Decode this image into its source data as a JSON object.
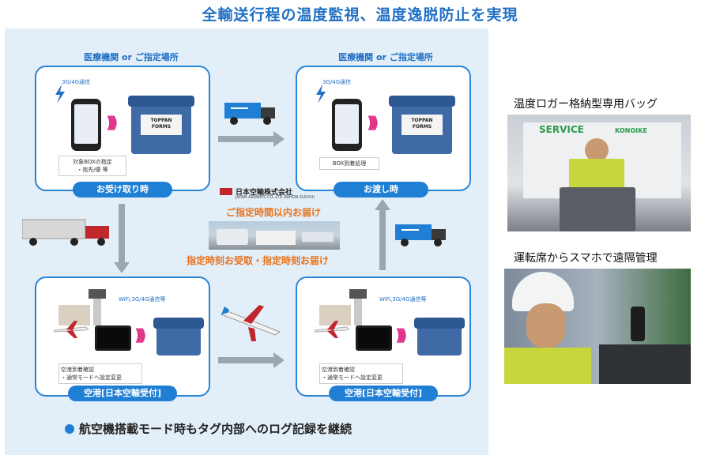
{
  "title": "全輸送行程の温度監視、温度逸脱防止を実現",
  "boxes": {
    "top_left": {
      "caption": "医療機関 or ご指定場所",
      "network": "3G/4G通信",
      "note_line1": "対象BOXの指定",
      "note_line2": "・宛先/便 等",
      "tag": "お受け取り時"
    },
    "top_right": {
      "caption": "医療機関 or ご指定場所",
      "network": "3G/4G通信",
      "note_line1": "BOX到着処理",
      "tag": "お渡し時"
    },
    "bottom_left": {
      "network": "WiFi,3G/4G通信等",
      "note_line1": "空港到着確認",
      "note_line2": "・通常モードへ設定変更",
      "tag": "空港[日本空輸受付]"
    },
    "bottom_right": {
      "network": "WiFi,3G/4G通信等",
      "note_line1": "空港到着確認",
      "note_line2": "・通常モードへ設定変更",
      "tag": "空港[日本空輸受付]"
    }
  },
  "cooler_label": {
    "line1": "TOPPAN",
    "line2": "FORMS"
  },
  "company": {
    "name": "日本空輸株式会社",
    "name_en": "JAPAN AIRWAYS CO.,LTD (NIHON KUUYU)"
  },
  "center": {
    "line1": "ご指定時間以内お届け",
    "line2": "指定時刻お受取・指定時刻お届け"
  },
  "right": {
    "label1": "温度ロガー格納型専用バッグ",
    "label2": "運転席からスマホで遠隔管理",
    "photo1_sign1": "SERVICE",
    "photo1_sign2": "KONOIKE"
  },
  "bottom_note": "航空機搭載モード時もタグ内部へのログ記録を継続",
  "colors": {
    "accent": "#1f6fc4",
    "panel": "#e2eef8",
    "orange": "#e8731c",
    "arrow": "#9aa6b0"
  }
}
